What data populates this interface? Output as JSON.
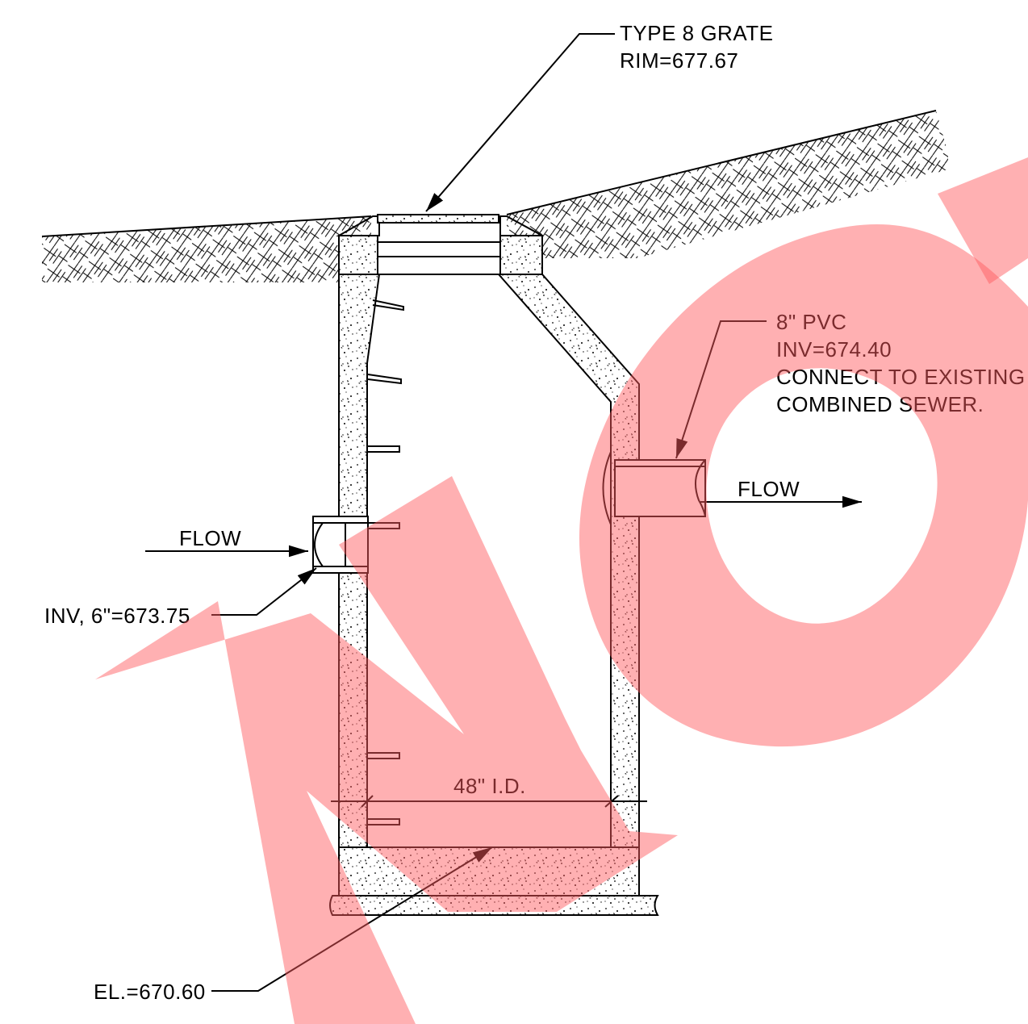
{
  "callouts": {
    "grate_line1": "TYPE 8 GRATE",
    "grate_line2": "RIM=677.67",
    "outlet_line1": "8\" PVC",
    "outlet_line2": "INV=674.40",
    "outlet_line3": "CONNECT TO EXISTING",
    "outlet_line4": "COMBINED SEWER.",
    "outlet_flow": "FLOW",
    "inlet_flow": "FLOW",
    "inlet_invert": "INV, 6\"=673.75",
    "diameter": "48\" I.D.",
    "bottom_elevation": "EL.=670.60"
  },
  "watermark": {
    "text": "NO",
    "color": "#ff5a5f"
  }
}
